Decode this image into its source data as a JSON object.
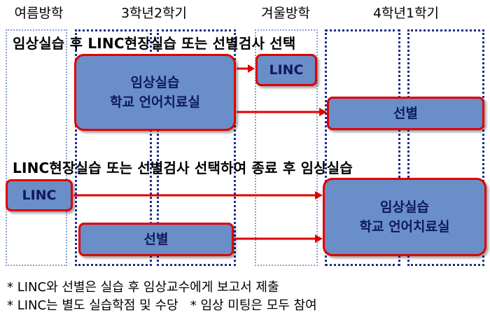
{
  "columns": [
    "여름방학",
    "3학년2학기",
    "겨울방학",
    "4학년1학기"
  ],
  "section1": {
    "title": "임상실습 후 LINC현장실습 또는 선별검사 선택",
    "clinic_box": {
      "line1": "임상실습",
      "line2": "학교 언어치료실"
    },
    "linc_box": "LINC",
    "select_box": "선별"
  },
  "section2": {
    "title": "LINC현장실습 또는 선별검사 선택하여 종료 후 임상실습",
    "linc_box": "LINC",
    "select_box": "선별",
    "clinic_box": {
      "line1": "임상실습",
      "line2": "학교 언어치료실"
    }
  },
  "notes": [
    "* LINC와 선별은 실습 후 임상교수에게 보고서 제출",
    "* LINC는 별도 실습학점 및 수당   * 임상 미팅은 모두 참여"
  ],
  "colors": {
    "box_fill": "#6a8ec8",
    "box_border": "#e00000",
    "arrow": "#e00000",
    "frame_dark": "#1c2d8c",
    "frame_light": "#8aa0c8"
  }
}
